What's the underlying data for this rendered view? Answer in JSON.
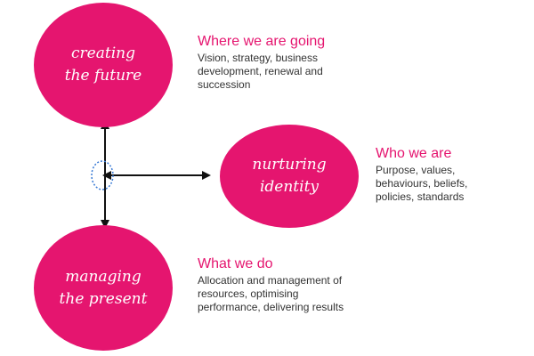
{
  "colors": {
    "accent": "#e5156f",
    "arrow": "#111111",
    "pivot": "#3a7bd5",
    "body_text": "#333333"
  },
  "circles": {
    "future": [
      "creating",
      "the future"
    ],
    "identity": [
      "nurturing",
      "identity"
    ],
    "present": [
      "managing",
      "the present"
    ]
  },
  "blocks": {
    "future": {
      "heading": "Where we are going",
      "lines": [
        "Vision, strategy, business",
        "development, renewal and",
        "succession"
      ]
    },
    "identity": {
      "heading": "Who we are",
      "lines": [
        "Purpose, values,",
        "behaviours, beliefs,",
        "policies, standards"
      ]
    },
    "present": {
      "heading": "What we do",
      "lines": [
        "Allocation and management of",
        "resources, optimising",
        "performance, delivering results"
      ]
    }
  }
}
